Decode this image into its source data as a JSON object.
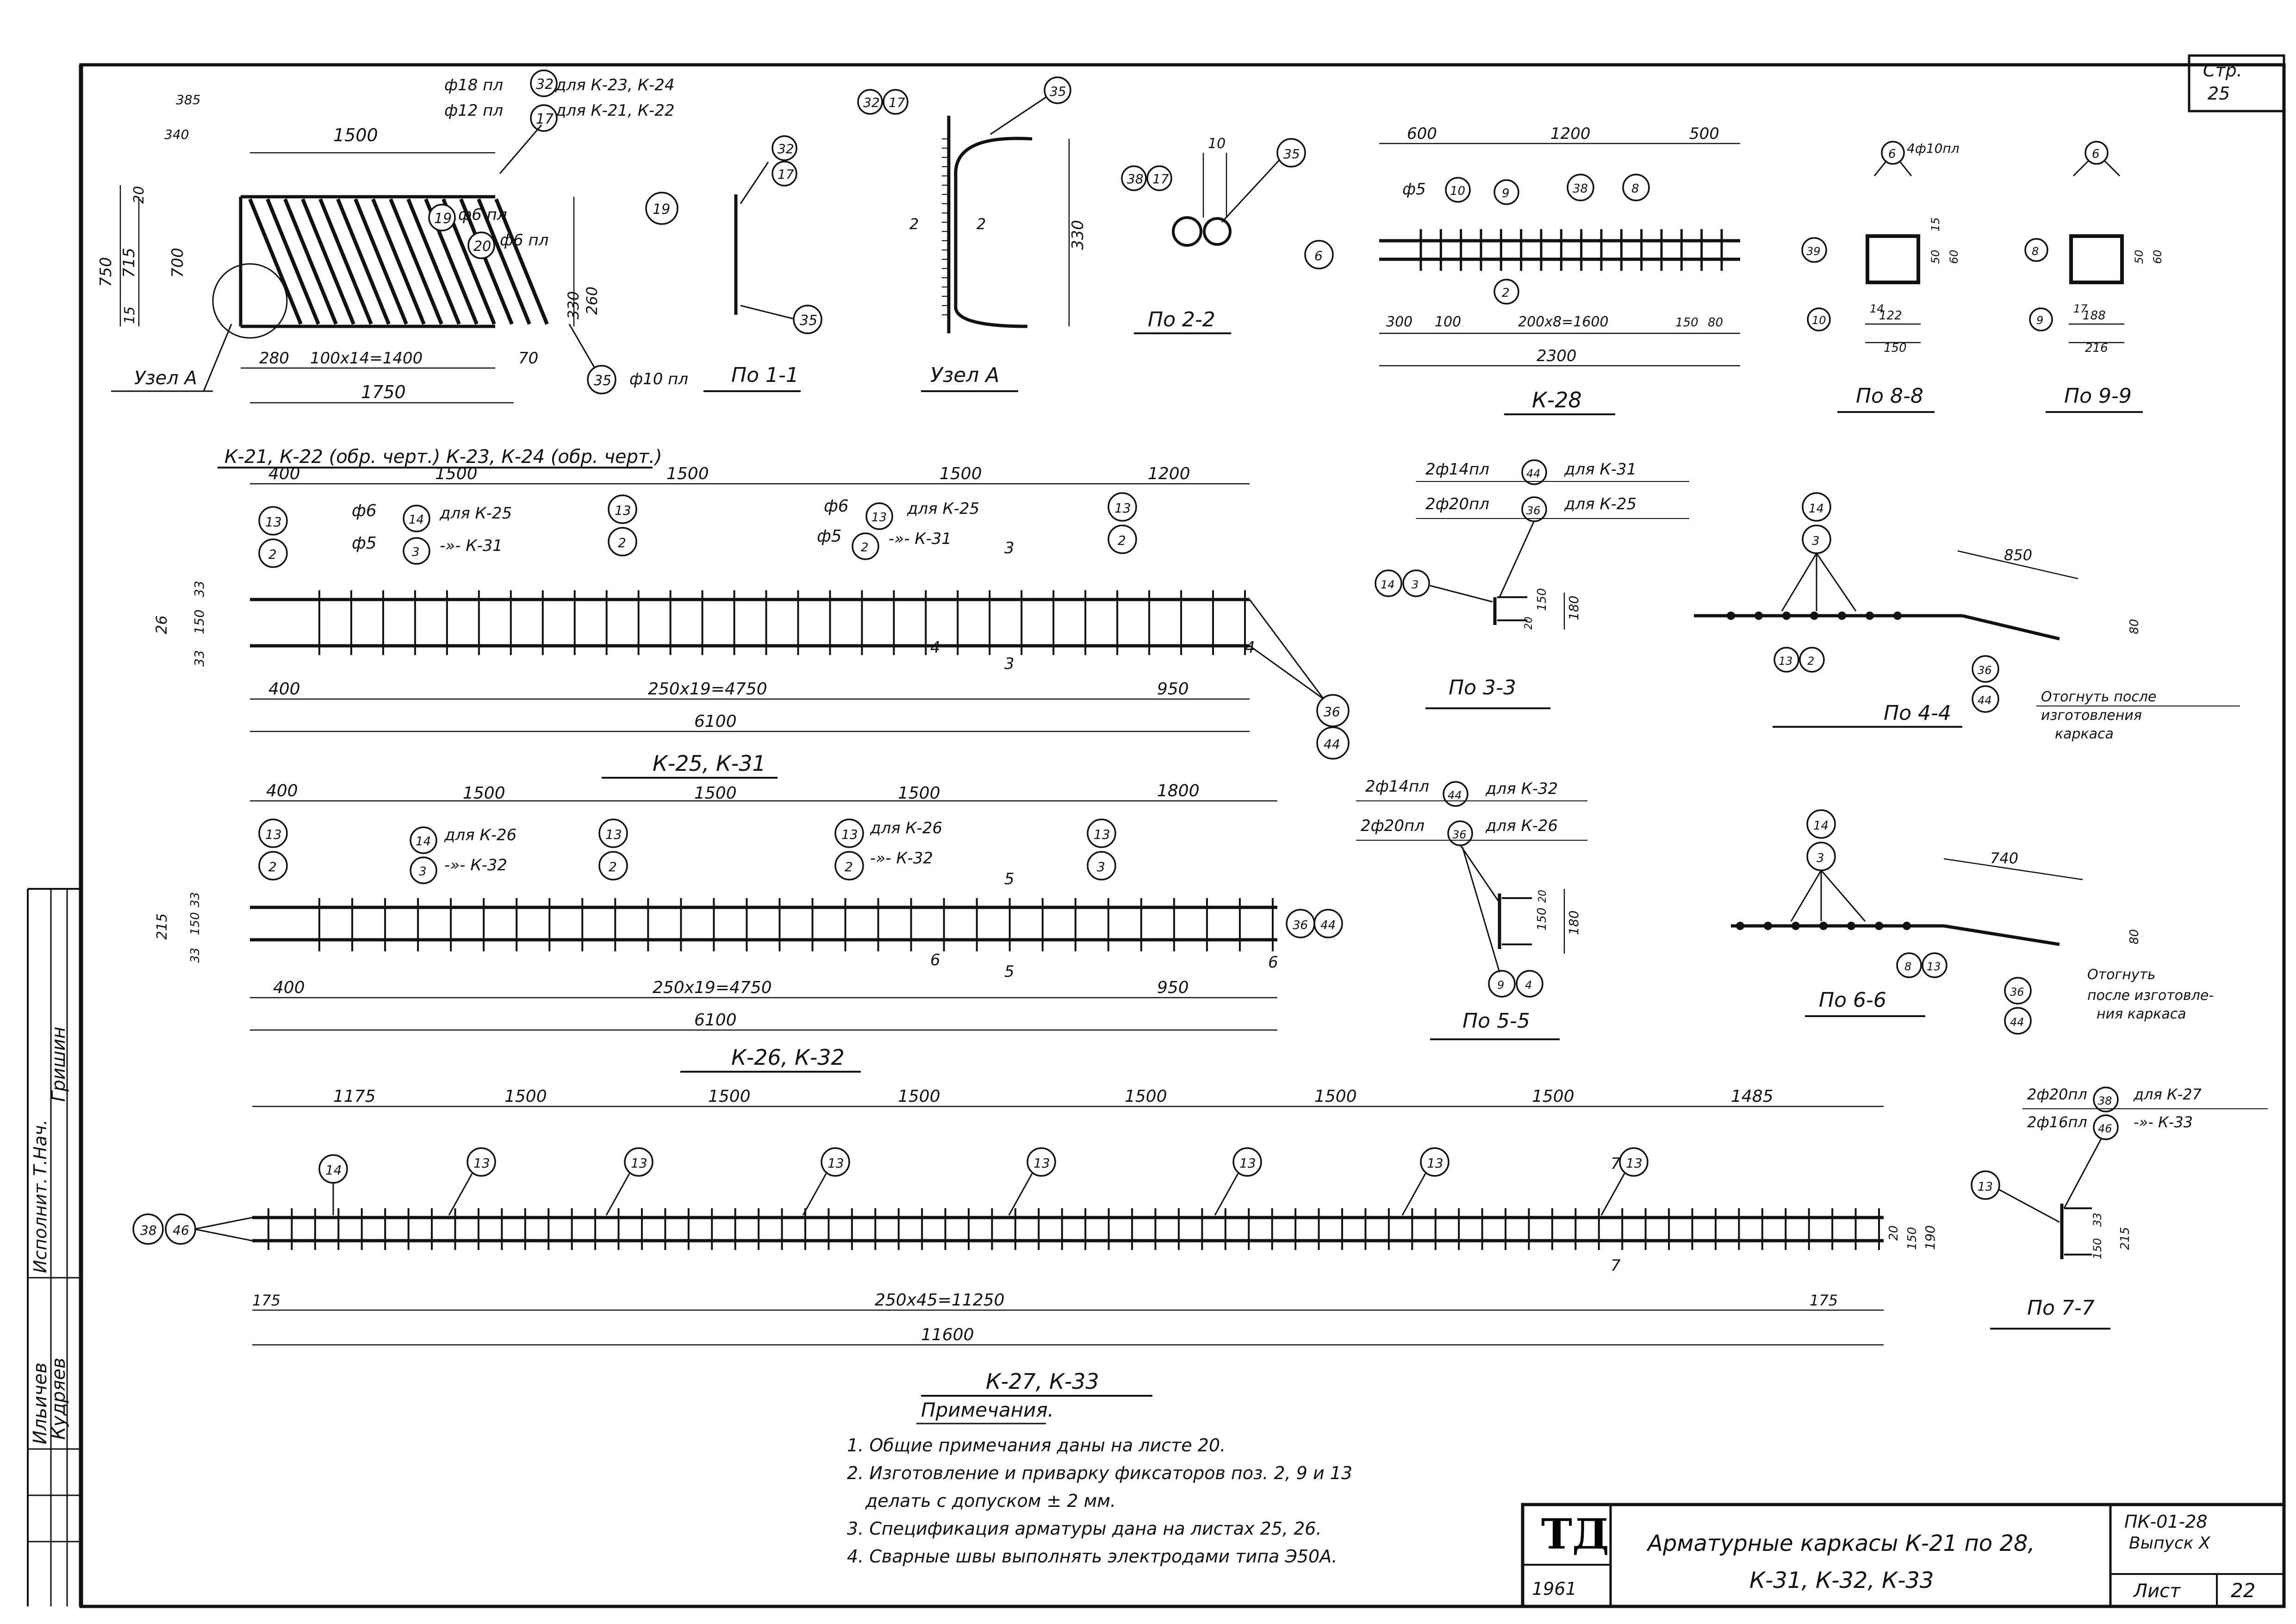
{
  "sheet": {
    "page_label": "Стр.",
    "page_no": "25",
    "title_line1": "Арматурные каркасы К-21 по 28,",
    "title_line2": "К-31, К-32, К-33",
    "series": "ПК-01-28",
    "issue": "Выпуск X",
    "sheet_label": "Лист",
    "sheet_no": "22",
    "logo": "ТД",
    "year": "1961",
    "side_roles": [
      "Исполнит.",
      "Т.Нач."
    ],
    "side_names": [
      "Ильичев",
      "Кудряев",
      "Гришин"
    ]
  },
  "notes": {
    "title": "Примечания.",
    "items": [
      "1. Общие примечания даны на листе 20.",
      "2. Изготовление и приварку фиксаторов поз. 2, 9 и 13",
      "делать с допуском ± 2 мм.",
      "3. Спецификация арматуры дана на листах 25, 26.",
      "4. Сварные швы выполнять электродами типа Э50А."
    ]
  },
  "k21": {
    "caption": "К-21, К-22 (обр. черт.) К-23, К-24 (обр. черт.)",
    "d1500": "1500",
    "d280": "280",
    "d_step": "100х14=1400",
    "d70": "70",
    "d1750": "1750",
    "d750": "750",
    "d715": "715",
    "d700": "700",
    "d15": "15",
    "d20": "20",
    "d330": "330",
    "d260": "260",
    "d385": "385",
    "d340": "340",
    "t18": "ф18 пл",
    "t18for": "для К-23, К-24",
    "t12": "ф12 пл",
    "t12for": "для К-21, К-22",
    "t6a": "ф6 пл",
    "t6b": "ф6 пл",
    "t10": "ф10 пл",
    "node_a": "Узел А",
    "p32": "32",
    "p17": "17",
    "p19": "19",
    "p20": "20",
    "p35": "35"
  },
  "po11": {
    "caption": "По 1-1",
    "p19": "19",
    "p32": "32",
    "p17": "17",
    "p35": "35"
  },
  "nodeA": {
    "caption": "Узел А",
    "p32": "32",
    "p17": "17",
    "p35": "35",
    "d330": "330",
    "s2": "2"
  },
  "po22": {
    "caption": "По 2-2",
    "p38": "38",
    "p17": "17",
    "p35": "35",
    "d10": "10"
  },
  "k28": {
    "caption": "К-28",
    "d600": "600",
    "d1200": "1200",
    "d500": "500",
    "d300": "300",
    "d100": "100",
    "d_step": "200х8=1600",
    "d150": "150",
    "d80": "80",
    "d2300": "2300",
    "t5": "ф5",
    "p10": "10",
    "p9": "9",
    "p38": "38",
    "p8": "8",
    "p6": "6",
    "p2": "2"
  },
  "po88": {
    "caption": "По 8-8",
    "t4": "4ф10пл",
    "p6": "6",
    "p39": "39",
    "p10": "10",
    "d150": "150",
    "d122": "122",
    "d50": "50",
    "d60": "60",
    "d15": "15",
    "d14": "14"
  },
  "po99": {
    "caption": "По 9-9",
    "p6": "6",
    "p8": "8",
    "p9": "9",
    "d216": "216",
    "d188": "188",
    "d50": "50",
    "d60": "60",
    "d17": "17"
  },
  "k25": {
    "caption": "К-25, К-31",
    "d400": "400",
    "d1500": "1500",
    "d1200": "1200",
    "d_step": "250х19=4750",
    "d950": "950",
    "d6100": "6100",
    "d26": "26",
    "d33": "33",
    "d150": "150",
    "t6": "ф6",
    "t5": "ф5",
    "for25": "для К-25",
    "for31": "-»- К-31",
    "p13": "13",
    "p2": "2",
    "p14": "14",
    "p3": "3",
    "p36": "36",
    "p44": "44",
    "s3": "3",
    "s4": "4"
  },
  "po33": {
    "caption": "По 3-3",
    "t14": "2ф14пл",
    "t20": "2ф20пл",
    "for31": "для К-31",
    "for25": "для К-25",
    "p44": "44",
    "p36": "36",
    "p14": "14",
    "p3": "3",
    "d180": "180",
    "d150": "150",
    "d20": "20"
  },
  "po44": {
    "caption": "По 4-4",
    "d850": "850",
    "d80": "80",
    "p14": "14",
    "p3": "3",
    "p13": "13",
    "p2": "2",
    "p36": "36",
    "p44": "44",
    "note1": "Отогнуть после",
    "note2": "изготовления",
    "note3": "каркаса"
  },
  "k26": {
    "caption": "К-26, К-32",
    "d400": "400",
    "d1500": "1500",
    "d1800": "1800",
    "d_step": "250х19=4750",
    "d950": "950",
    "d6100": "6100",
    "d215": "215",
    "d33": "33",
    "d150": "150",
    "for26": "для К-26",
    "for32": "-»- К-32",
    "p13": "13",
    "p2": "2",
    "p14": "14",
    "p3": "3",
    "p36": "36",
    "p44": "44",
    "s5": "5",
    "s6": "6"
  },
  "po55": {
    "caption": "По 5-5",
    "t14": "2ф14пл",
    "t20": "2ф20пл",
    "for32": "для К-32",
    "for26": "для К-26",
    "p44": "44",
    "p36": "36",
    "p9": "9",
    "p4": "4",
    "d180": "180",
    "d150": "150",
    "d20": "20"
  },
  "po66": {
    "caption": "По 6-6",
    "d740": "740",
    "d80": "80",
    "p14": "14",
    "p3": "3",
    "p8": "8",
    "p13": "13",
    "p36": "36",
    "p44": "44",
    "note1": "Отогнуть",
    "note2": "после изготовле-",
    "note3": "ния каркаса"
  },
  "k27": {
    "caption": "К-27, К-33",
    "d1175": "1175",
    "d1500": "1500",
    "d1485": "1485",
    "d175": "175",
    "d_step": "250х45=11250",
    "d11600": "11600",
    "d20": "20",
    "d150": "150",
    "d190": "190",
    "p38": "38",
    "p46": "46",
    "p14": "14",
    "p13": "13",
    "s7": "7"
  },
  "po77": {
    "caption": "По 7-7",
    "t20": "2ф20пл",
    "t16": "2ф16пл",
    "for27": "для К-27",
    "for33": "-»- К-33",
    "p38": "38",
    "p46": "46",
    "p13": "13",
    "d150": "150",
    "d215": "215",
    "d33": "33"
  }
}
